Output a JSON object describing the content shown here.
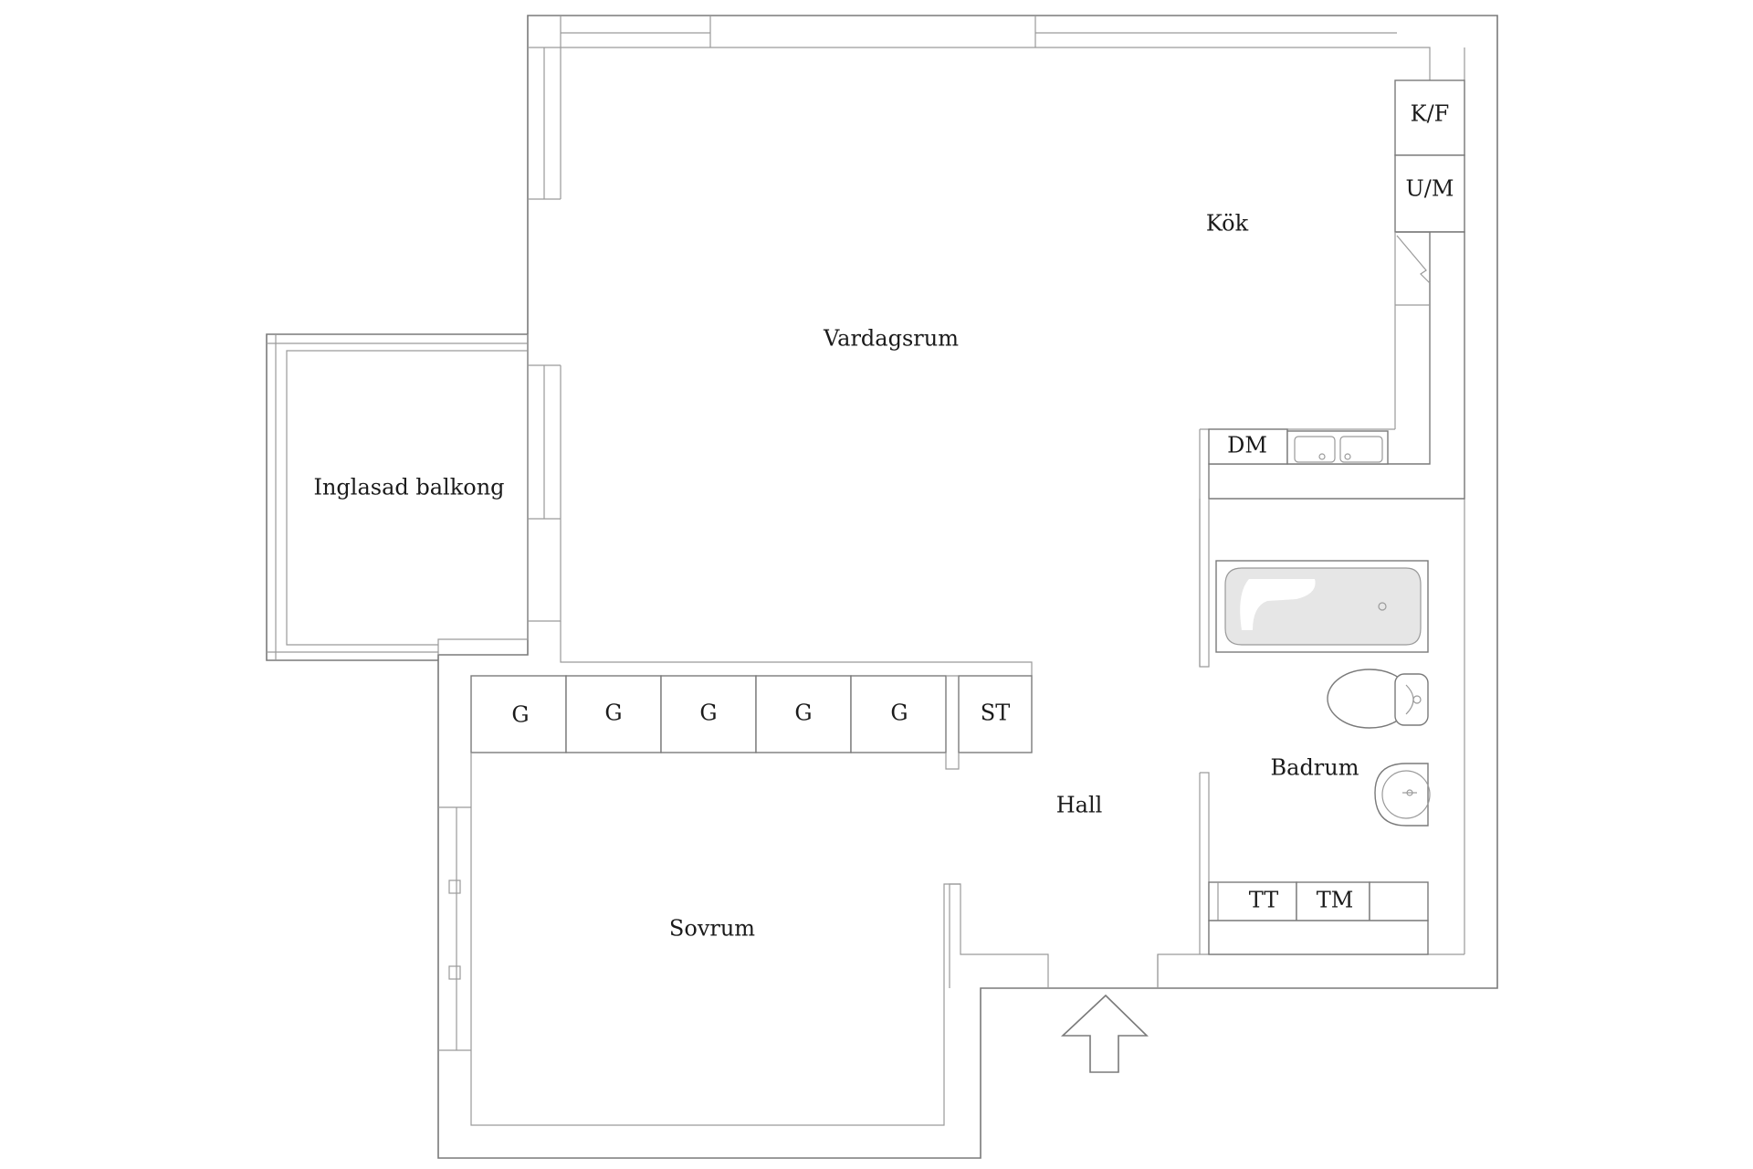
{
  "rooms": {
    "vardagsrum": "Vardagsrum",
    "kok": "Kök",
    "inglasad_balkong": "Inglasad balkong",
    "sovrum": "Sovrum",
    "hall": "Hall",
    "badrum": "Badrum"
  },
  "fixtures": {
    "kf": "K/F",
    "um": "U/M",
    "dm": "DM",
    "tt": "TT",
    "tm": "TM",
    "st": "ST",
    "wardrobes": [
      "G",
      "G",
      "G",
      "G",
      "G"
    ]
  },
  "colors": {
    "wall": "#7a7a7a",
    "text": "#1a1a1a",
    "background": "#ffffff"
  },
  "icons": {
    "entrance": "entrance-arrow-icon"
  }
}
